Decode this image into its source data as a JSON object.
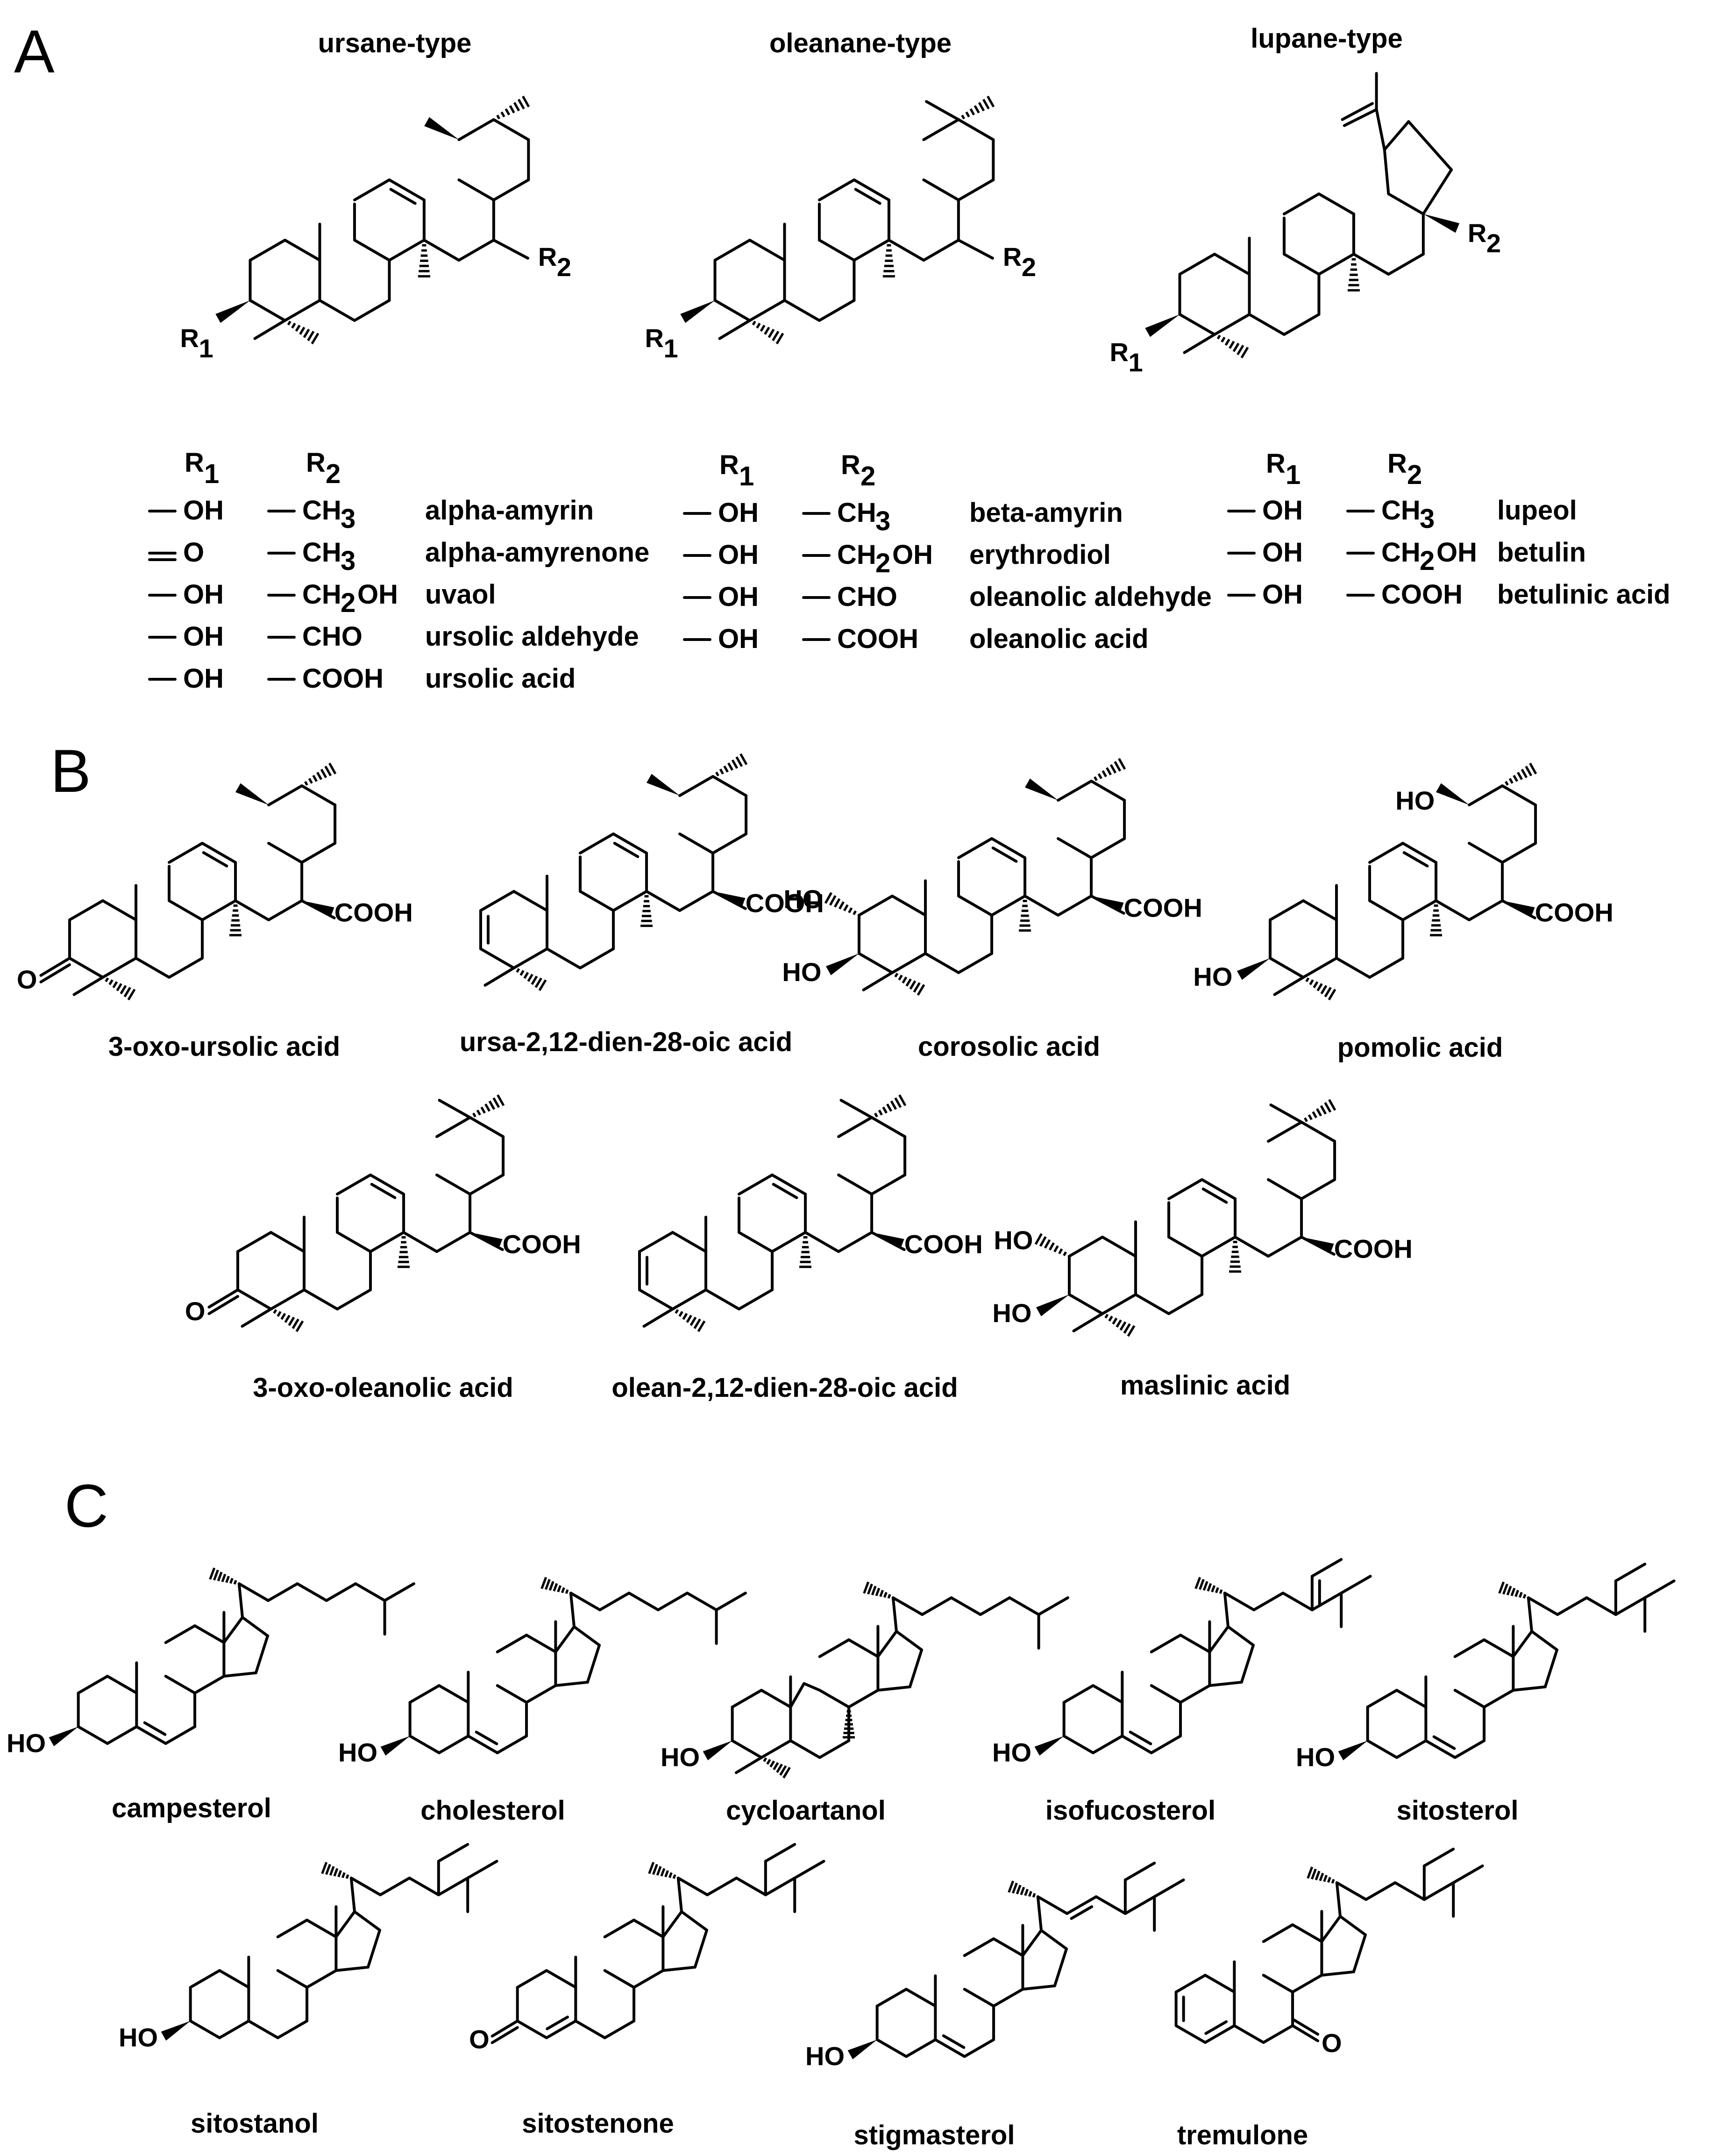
{
  "panels": {
    "a": "A",
    "b": "B",
    "c": "C"
  },
  "panel_a": {
    "types": [
      "ursane-type",
      "oleanane-type",
      "lupane-type"
    ],
    "atom_labels": {
      "r1": "R",
      "r2": "R",
      "sub1": "1",
      "sub2": "2"
    },
    "header": {
      "r": "R",
      "sub1": "1",
      "sub2": "2"
    },
    "ursane_rows": [
      {
        "r1": "OH",
        "r2": "CH",
        "r2sub": "3",
        "r2tail": "",
        "name": "alpha-amyrin",
        "double": false
      },
      {
        "r1": "O",
        "r2": "CH",
        "r2sub": "3",
        "r2tail": "",
        "name": "alpha-amyrenone",
        "double": true
      },
      {
        "r1": "OH",
        "r2": "CH",
        "r2sub": "2",
        "r2tail": "OH",
        "name": "uvaol",
        "double": false
      },
      {
        "r1": "OH",
        "r2": "CHO",
        "r2sub": "",
        "r2tail": "",
        "name": "ursolic aldehyde",
        "double": false
      },
      {
        "r1": "OH",
        "r2": "COOH",
        "r2sub": "",
        "r2tail": "",
        "name": "ursolic acid",
        "double": false
      }
    ],
    "oleanane_rows": [
      {
        "r1": "OH",
        "r2": "CH",
        "r2sub": "3",
        "r2tail": "",
        "name": "beta-amyrin",
        "double": false
      },
      {
        "r1": "OH",
        "r2": "CH",
        "r2sub": "2",
        "r2tail": "OH",
        "name": "erythrodiol",
        "double": false
      },
      {
        "r1": "OH",
        "r2": "CHO",
        "r2sub": "",
        "r2tail": "",
        "name": "oleanolic aldehyde",
        "double": false
      },
      {
        "r1": "OH",
        "r2": "COOH",
        "r2sub": "",
        "r2tail": "",
        "name": "oleanolic acid",
        "double": false
      }
    ],
    "lupane_rows": [
      {
        "r1": "OH",
        "r2": "CH",
        "r2sub": "3",
        "r2tail": "",
        "name": "lupeol",
        "double": false
      },
      {
        "r1": "OH",
        "r2": "CH",
        "r2sub": "2",
        "r2tail": "OH",
        "name": "betulin",
        "double": false
      },
      {
        "r1": "OH",
        "r2": "COOH",
        "r2sub": "",
        "r2tail": "",
        "name": "betulinic acid",
        "double": false
      }
    ]
  },
  "panel_b": {
    "compounds": [
      {
        "name": "3-oxo-ursolic acid"
      },
      {
        "name": "ursa-2,12-dien-28-oic acid"
      },
      {
        "name": "corosolic acid"
      },
      {
        "name": "pomolic acid"
      },
      {
        "name": "3-oxo-oleanolic acid"
      },
      {
        "name": "olean-2,12-dien-28-oic acid"
      },
      {
        "name": "maslinic acid"
      }
    ],
    "atoms": {
      "cooh": "COOH",
      "o": "O",
      "ho": "HO"
    }
  },
  "panel_c": {
    "compounds": [
      {
        "name": "campesterol"
      },
      {
        "name": "cholesterol"
      },
      {
        "name": "cycloartanol"
      },
      {
        "name": "isofucosterol"
      },
      {
        "name": "sitosterol"
      },
      {
        "name": "sitostanol"
      },
      {
        "name": "sitostenone"
      },
      {
        "name": "stigmasterol"
      },
      {
        "name": "tremulone"
      }
    ],
    "atoms": {
      "ho": "HO",
      "o": "O"
    }
  },
  "colors": {
    "ink": "#000000",
    "background": "#ffffff"
  }
}
